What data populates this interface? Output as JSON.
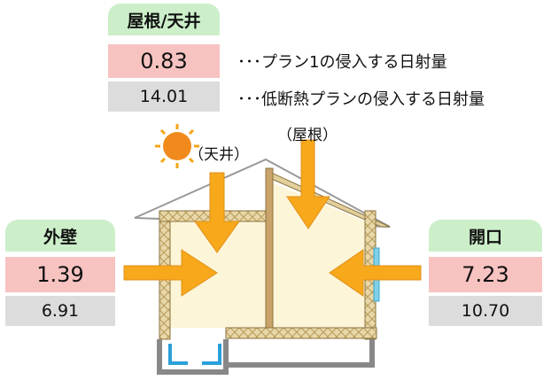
{
  "roof_ceiling": {
    "title": "屋根/天井",
    "plan1_value": "0.83",
    "low_insulation_value": "14.01",
    "plan1_note": "･･･プラン1の侵入する日射量",
    "low_insulation_note": "･･･低断熱プランの侵入する日射量"
  },
  "outer_wall": {
    "title": "外壁",
    "plan1_value": "1.39",
    "low_insulation_value": "6.91"
  },
  "opening": {
    "title": "開口",
    "plan1_value": "7.23",
    "low_insulation_value": "10.70"
  },
  "house_labels": {
    "ceiling": "（天井）",
    "roof": "（屋根）"
  },
  "colors": {
    "tab_green": "#ccefc9",
    "plan1_pink": "#f7c3c1",
    "low_gray": "#dcdcdc",
    "arrow_orange": "#f7a81b",
    "interior_cream": "#fdf5d7",
    "insulation": "#d9c28c",
    "window_blue": "#7fd0e8",
    "sun": "#f08a1c"
  }
}
